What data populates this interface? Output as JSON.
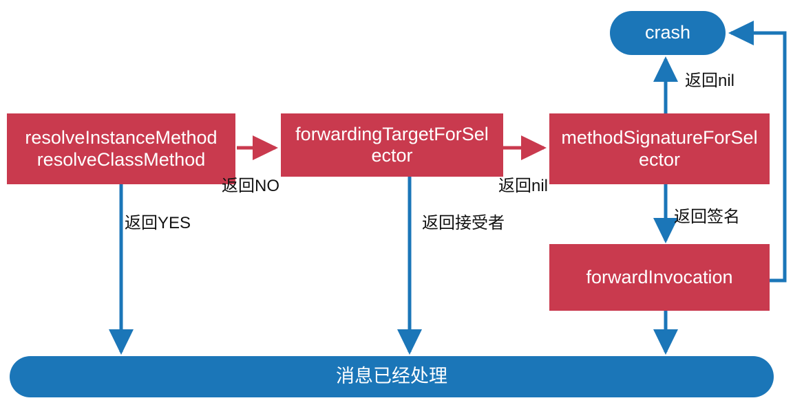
{
  "diagram": {
    "title": "Objective-C message forwarding flow",
    "colors": {
      "process_fill": "#c93a4e",
      "terminal_fill": "#1b76b8",
      "red_arrow": "#c93a4e",
      "blue_arrow": "#1b76b8",
      "label_text": "#121212",
      "node_text": "#ffffff",
      "background": "#ffffff"
    },
    "nodes": {
      "resolve": {
        "line1": "resolveInstanceMethod",
        "line2": "resolveClassMethod"
      },
      "forwarding_target": {
        "line1": "forwardingTargetForSel",
        "line2": "ector"
      },
      "method_signature": {
        "line1": "methodSignatureForSel",
        "line2": "ector"
      },
      "forward_invocation": {
        "label": "forwardInvocation"
      },
      "crash": {
        "label": "crash"
      },
      "handled": {
        "label": "消息已经处理"
      }
    },
    "edges": [
      {
        "id": "resolve-to-forwarding",
        "label": "返回NO",
        "from": "resolve",
        "to": "forwarding_target"
      },
      {
        "id": "resolve-to-handled",
        "label": "返回YES",
        "from": "resolve",
        "to": "handled"
      },
      {
        "id": "forwarding-to-signature",
        "label": "返回nil",
        "from": "forwarding_target",
        "to": "method_signature"
      },
      {
        "id": "forwarding-to-handled",
        "label": "返回接受者",
        "from": "forwarding_target",
        "to": "handled"
      },
      {
        "id": "signature-to-crash",
        "label": "返回nil",
        "from": "method_signature",
        "to": "crash"
      },
      {
        "id": "signature-to-invocation",
        "label": "返回签名",
        "from": "method_signature",
        "to": "forward_invocation"
      },
      {
        "id": "invocation-to-handled",
        "label": "",
        "from": "forward_invocation",
        "to": "handled"
      },
      {
        "id": "invocation-to-crash",
        "label": "",
        "from": "forward_invocation",
        "to": "crash"
      }
    ]
  }
}
